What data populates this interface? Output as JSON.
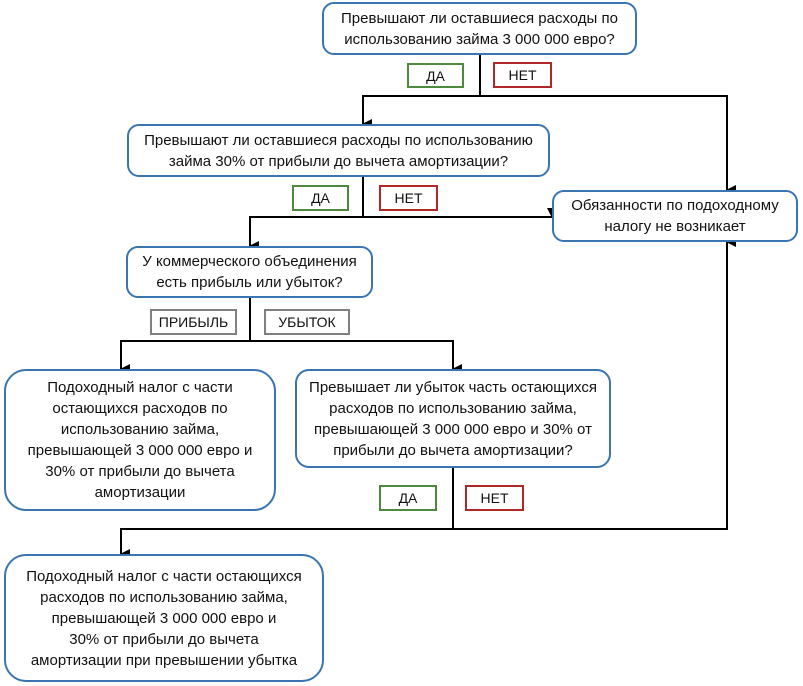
{
  "nodes": {
    "q1": "Превышают ли оставшиеся расходы по\nиспользованию займа 3 000 000 евро?",
    "q2": "Превышают ли оставшиеся расходы по использованию\nзайма 30% от прибыли до вычета амортизации?",
    "no_tax": "Обязанности по подоходному\nналогу не возникает",
    "q3": "У коммерческого объединения\nесть прибыль или убыток?",
    "tax_profit": "Подоходный налог с части\nостающихся расходов по\nиспользованию займа,\nпревышающей 3 000 000 евро и\n30% от прибыли до вычета\nамортизации",
    "q4": "Превышает ли убыток часть остающихся\nрасходов по использованию займа,\nпревышающей 3 000 000 евро и 30% от\nприбыли до вычета амортизации?",
    "tax_loss": "Подоходный налог с части остающихся\nрасходов по использованию займа,\nпревышающей 3 000 000 евро и\n30% от прибыли до вычета\nамортизации при превышении убытка"
  },
  "labels": {
    "yes": "ДА",
    "no": "НЕТ",
    "profit": "ПРИБЫЛЬ",
    "loss": "УБЫТОК"
  },
  "colors": {
    "box_border": "#3a75b0",
    "yes_border": "#4e8a3e",
    "no_border": "#b02828",
    "neutral_border": "#808080",
    "line": "#000000"
  }
}
